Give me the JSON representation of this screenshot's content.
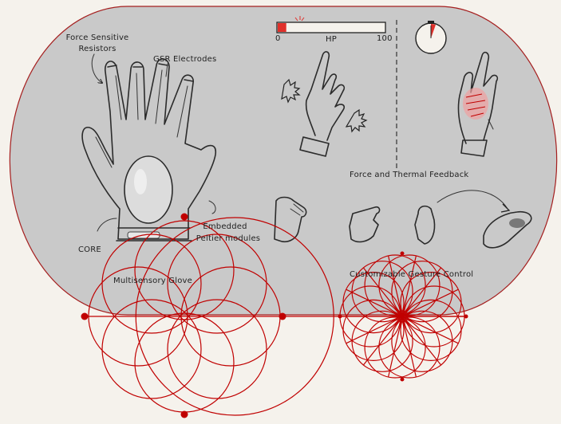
{
  "labels": {
    "force_sensitive_resistors_l1": "Force Sensitive",
    "force_sensitive_resistors_l2": "Resistors",
    "gsr_electrodes": "GSR Electrodes",
    "embedded_peltier_l1": "Embedded",
    "embedded_peltier_l2": "Peltier modules",
    "core": "CORE",
    "multisensory_glove": "Multisensory Glove",
    "force_thermal_feedback": "Force and Thermal Feedback",
    "gesture_control": "Customizable Gesture Control",
    "hp": "HP",
    "hp_min": "0",
    "hp_max": "100"
  },
  "hp_bar": {
    "value_fraction": 0.08,
    "fill_color": "#e0302a"
  },
  "colors": {
    "panel_fill": "#c9c9c9",
    "panel_stroke": "#a51f1f",
    "accent_red": "#c00000",
    "background": "#f5f2ec"
  },
  "icons": [
    "glove-sketch",
    "stopwatch-icon",
    "pointing-hand-sketch",
    "grip-hand-sketch",
    "gesture-hands-sketch"
  ]
}
